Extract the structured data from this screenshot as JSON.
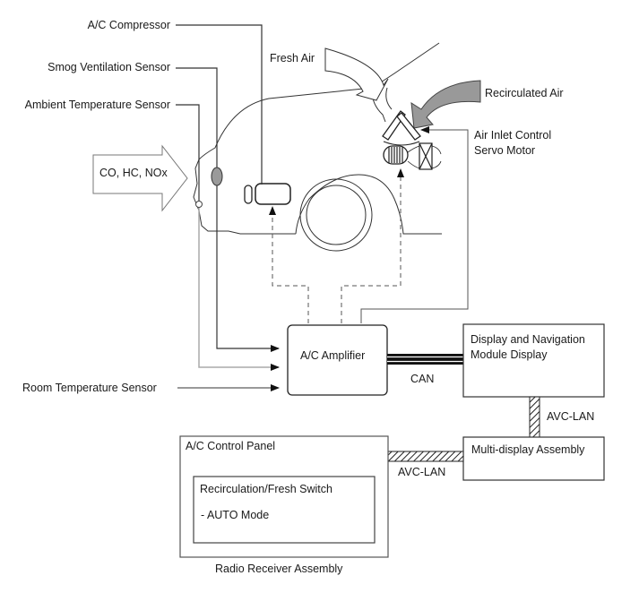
{
  "diagram": {
    "sensors": {
      "ac_compressor": "A/C Compressor",
      "smog_sensor": "Smog Ventilation Sensor",
      "ambient_sensor": "Ambient Temperature Sensor",
      "room_sensor": "Room Temperature Sensor"
    },
    "airflow": {
      "fresh_air": "Fresh Air",
      "recirculated_air": "Recirculated Air",
      "exhaust_gases": "CO, HC, NOx"
    },
    "servo_motor": {
      "line1": "Air Inlet Control",
      "line2": "Servo Motor"
    },
    "ac_amplifier": "A/C Amplifier",
    "display_module": {
      "line1": "Display and Navigation",
      "line2": "Module Display"
    },
    "multi_display": "Multi-display Assembly",
    "bus_labels": {
      "can": "CAN",
      "avc_lan_vertical": "AVC-LAN",
      "avc_lan_horizontal": "AVC-LAN"
    },
    "control_panel": {
      "title": "A/C Control Panel",
      "switch_title": "Recirculation/Fresh Switch",
      "switch_mode": "- AUTO Mode"
    },
    "radio_receiver": "Radio Receiver Assembly",
    "colors": {
      "line": "#333333",
      "recirc_fill": "#999999",
      "sensor_fill": "#9a9a9a",
      "ambient_line": "#aaaaaa"
    }
  }
}
